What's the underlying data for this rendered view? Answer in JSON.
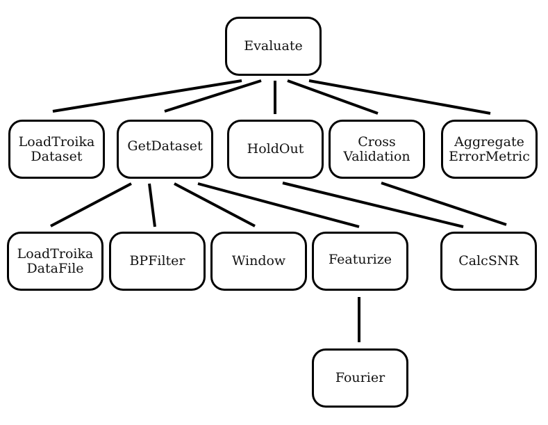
{
  "nodes": {
    "evaluate": "Evaluate",
    "load_troika_dataset": "LoadTroika\nDataset",
    "get_dataset": "GetDataset",
    "hold_out": "HoldOut",
    "cross_validation": "Cross\nValidation",
    "aggregate_error_metric": "Aggregate\nErrorMetric",
    "load_troika_data_file": "LoadTroika\nDataFile",
    "bp_filter": "BPFilter",
    "window": "Window",
    "featurize": "Featurize",
    "calc_snr": "CalcSNR",
    "fourier": "Fourier"
  },
  "colors": {
    "stroke": "#000000",
    "background": "#ffffff"
  }
}
